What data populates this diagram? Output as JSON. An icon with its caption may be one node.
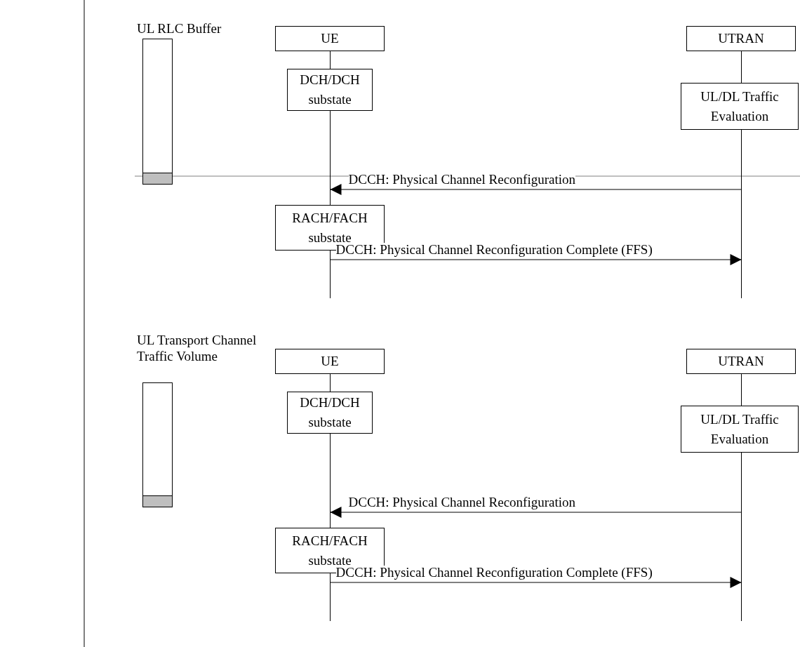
{
  "diagram": {
    "nodes": [
      {
        "text": [
          "UL RLC Buffer"
        ]
      },
      {
        "text": [
          "UE"
        ]
      },
      {
        "text": [
          "UTRAN"
        ]
      },
      {
        "text": [],
        "shape": "line"
      },
      {
        "text": [],
        "shape": "line"
      },
      {
        "text": [
          "DCH/DCH substate"
        ]
      },
      {
        "text": [
          "UL/DL Traffic Evaluation"
        ]
      },
      {
        "text": [
          "RACH/FACH substate"
        ]
      },
      {
        "text": [
          "UL Transport Channel Traffic Volume"
        ]
      },
      {
        "text": [
          "UE"
        ]
      },
      {
        "text": [
          "UTRAN"
        ]
      },
      {
        "text": [],
        "shape": "line"
      },
      {
        "text": [],
        "shape": "line"
      },
      {
        "text": [
          "DCH/DCH substate"
        ]
      },
      {
        "text": [
          "UL/DL Traffic Evaluation"
        ]
      },
      {
        "text": [
          "RACH/FACH substate"
        ]
      }
    ],
    "edges": [
      {
        "from": 4,
        "to": 3,
        "arrow": "to",
        "label": "DCCH: Physical Channel Reconfiguration"
      },
      {
        "from": 3,
        "to": 4,
        "arrow": "to",
        "label": "DCCH: Physical Channel Reconfiguration Complete (FFS)"
      },
      {
        "from": 12,
        "to": 11,
        "arrow": "to",
        "label": "DCCH: Physical Channel Reconfiguration"
      },
      {
        "from": 11,
        "to": 12,
        "arrow": "to",
        "label": "DCCH: Physical Channel Reconfiguration Complete (FFS)"
      }
    ]
  }
}
